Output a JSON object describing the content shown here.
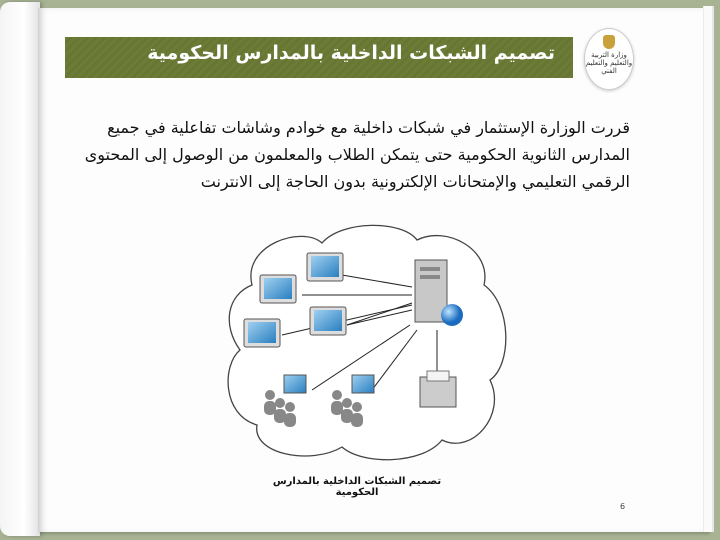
{
  "slide": {
    "title": "تصميم الشبكات الداخلية بالمدارس الحكومية",
    "logo_text": "وزارة التربية والتعليم والتعليم الفني",
    "body_lines": [
      "قررت الوزارة الإستثمار في شبكات داخلية مع خوادم وشاشات تفاعلية في جميع",
      "المدارس الثانوية الحكومية حتى يتمكن الطلاب والمعلمون من الوصول إلى المحتوى",
      "الرقمي التعليمي والإمتحانات الإلكترونية بدون الحاجة إلى الانترنت"
    ],
    "figure_caption": "تصميم الشبكات الداخلية بالمدارس الحكومية",
    "page_number": "6"
  },
  "colors": {
    "header": "#6b7a35",
    "frame": "#a8b394"
  }
}
